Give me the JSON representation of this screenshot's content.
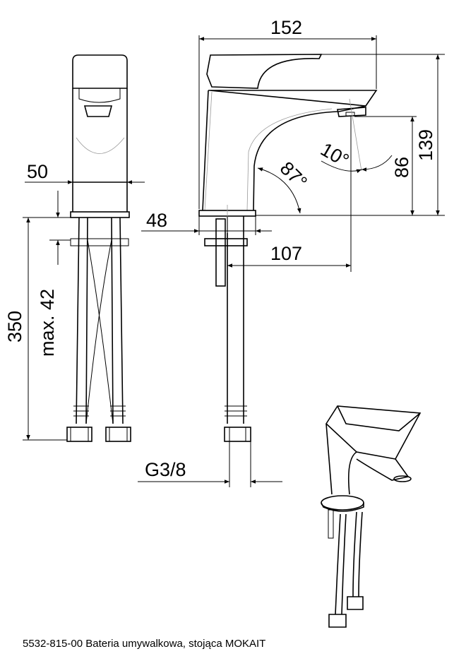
{
  "caption": "5532-815-00 Bateria umywalkowa, stojąca MOKAIT",
  "dimensions": {
    "width_front": "50",
    "total_hose_length": "350",
    "max_thickness": "max. 42",
    "total_length": "152",
    "total_height": "139",
    "spout_height": "86",
    "spout_angle": "10°",
    "body_angle": "87°",
    "base_diameter": "48",
    "spout_reach": "107",
    "thread": "G3/8"
  }
}
